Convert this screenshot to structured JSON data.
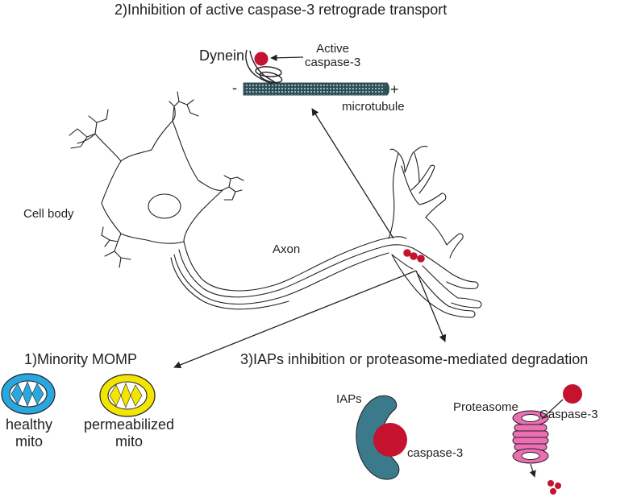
{
  "title": "2)Inhibition of active caspase-3 retrograde transport",
  "labels": {
    "dynein": "Dynein",
    "active_caspase": [
      "Active",
      "caspase-3"
    ],
    "minus": "-",
    "plus": "+",
    "microtubule": "microtubule",
    "cell_body": "Cell body",
    "axon": "Axon",
    "minority_momp": "1)Minority MOMP",
    "healthy_mito": [
      "healthy",
      "mito"
    ],
    "permeabilized_mito": [
      "permeabilized",
      "mito"
    ],
    "iaps_title": "3)IAPs inhibition or proteasome-mediated degradation",
    "iaps": "IAPs",
    "caspase3_lower": "caspase-3",
    "proteasome": "Proteasome",
    "caspase3_upper": "Caspase-3"
  },
  "colors": {
    "caspase_red": "#c4122f",
    "healthy_mito_blue": "#29a8e0",
    "permeabilized_mito_yellow": "#f2e600",
    "iap_teal": "#3b7a8a",
    "proteasome_pink": "#ec6fb3",
    "microtubule": "#2f4f57",
    "line": "#231f20"
  }
}
